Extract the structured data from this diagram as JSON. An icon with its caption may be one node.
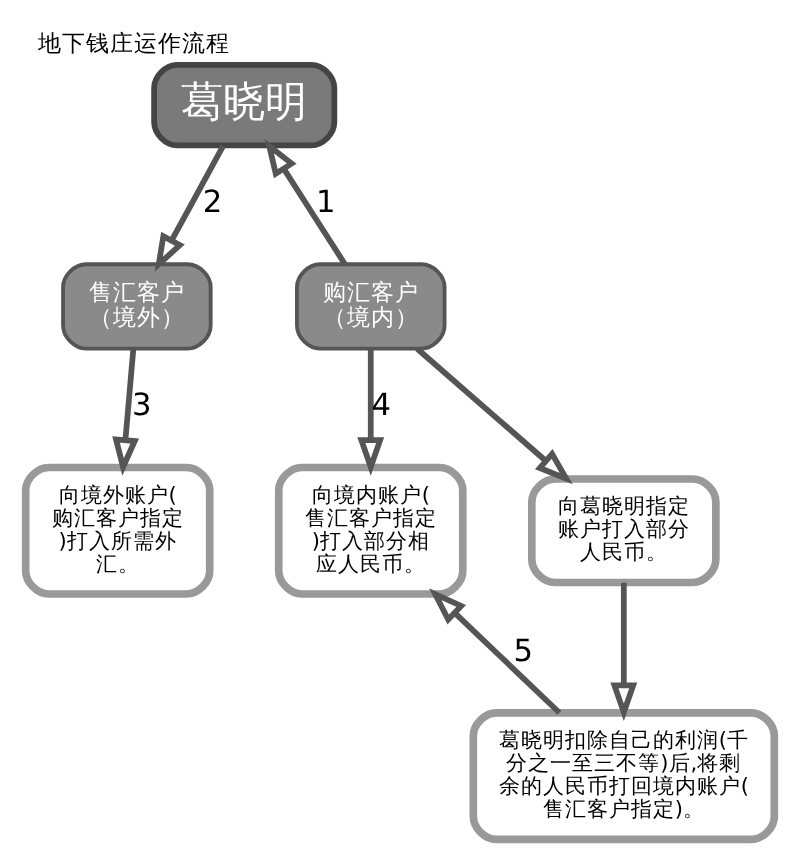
{
  "diagram": {
    "title": "地下钱庄运作流程",
    "nodes": [
      {
        "text": [
          "葛晓明"
        ]
      },
      {
        "text": [
          "购汇客户（境内）"
        ]
      },
      {
        "text": [
          "售汇客户（境外）"
        ]
      },
      {
        "text": [
          "向境内账户(售汇客户指定)打入部分相应人民币。"
        ]
      },
      {
        "text": [
          "向葛晓明指定账户打入部分人民币。"
        ]
      },
      {
        "text": [
          "向境外账户(购汇客户指定)打入所需外汇。"
        ]
      },
      {
        "text": [
          "葛晓明扣除自己的利润(千分之一至三不等)后,将剩余的人民币打回境内账户(售汇客户指定)。"
        ]
      }
    ],
    "edges": [
      {
        "from": 1,
        "to": 0,
        "arrow": "to",
        "label": "1"
      },
      {
        "from": 0,
        "to": 2,
        "arrow": "to",
        "label": "2"
      },
      {
        "from": 2,
        "to": 5,
        "arrow": "to",
        "label": "3"
      },
      {
        "from": 1,
        "to": 3,
        "arrow": "to",
        "label": "4"
      },
      {
        "from": 1,
        "to": 4,
        "arrow": "to"
      },
      {
        "from": 4,
        "to": 6,
        "arrow": "to"
      },
      {
        "from": 6,
        "to": 3,
        "arrow": "to",
        "label": "5"
      }
    ]
  }
}
